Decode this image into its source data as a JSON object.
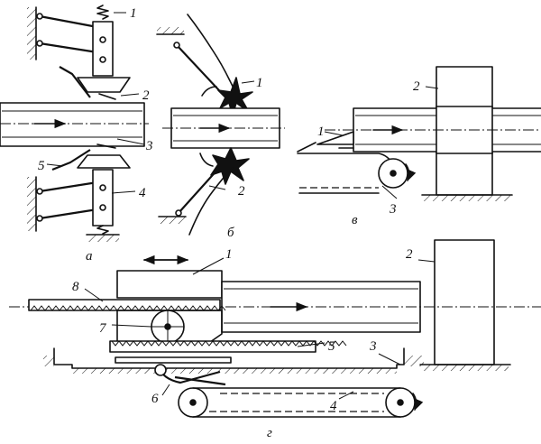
{
  "labels": {
    "a": {
      "n1": "1",
      "n2": "2",
      "n3": "3",
      "n4": "4",
      "n5": "5",
      "caption": "а"
    },
    "b": {
      "n1": "1",
      "n2": "2",
      "caption": "б"
    },
    "v": {
      "n1": "1",
      "n2": "2",
      "n3": "3",
      "caption": "в"
    },
    "g": {
      "n1": "1",
      "n2": "2",
      "n3": "3",
      "n4": "4",
      "n5": "5",
      "n6": "6",
      "n7": "7",
      "n8": "8",
      "caption": "г"
    }
  }
}
